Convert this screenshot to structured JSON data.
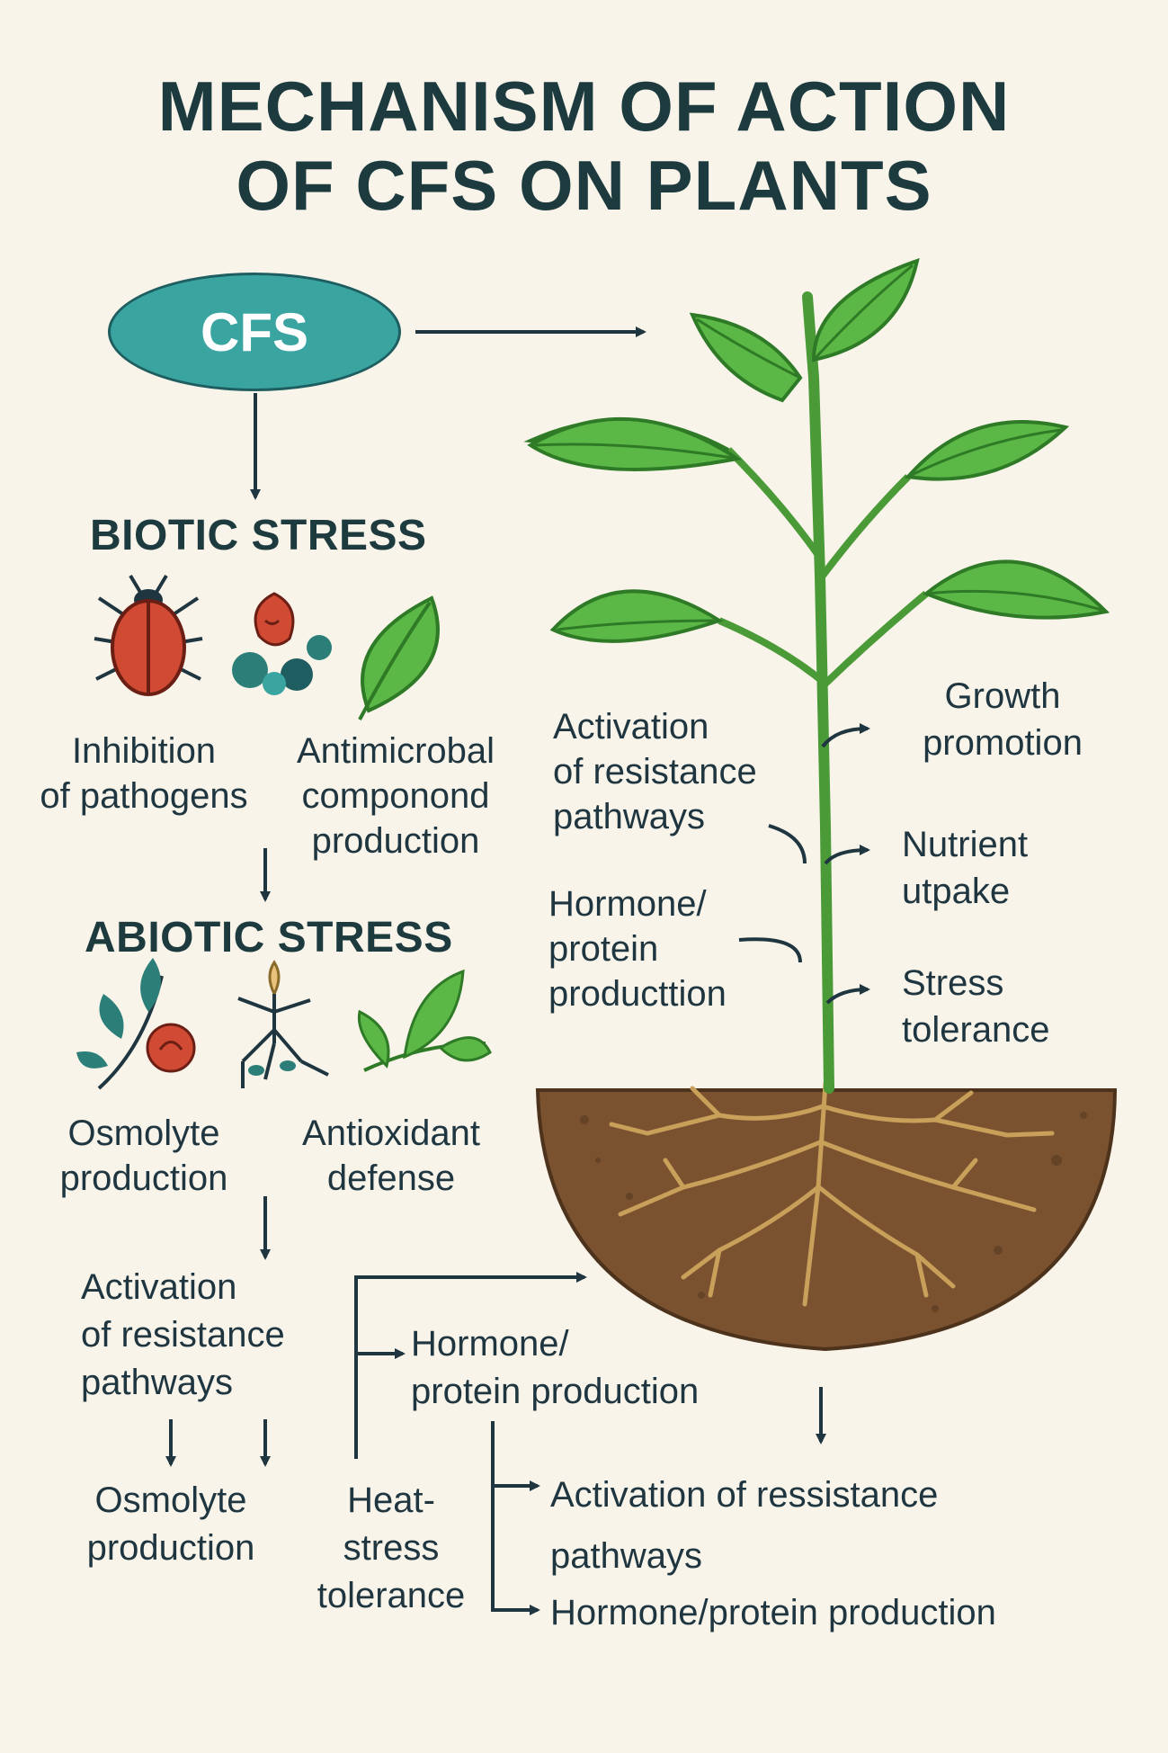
{
  "title": {
    "line1": "MECHANISM OF ACTION",
    "line2": "OF CFS ON PLANTS"
  },
  "cfs": {
    "label": "CFS",
    "color": "#3aa5a0"
  },
  "biotic": {
    "heading": "BIOTIC STRESS",
    "icons": [
      "beetle-icon",
      "microbe-icon",
      "leaf-icon"
    ],
    "left_label": [
      "Inhibition",
      "of pathogens"
    ],
    "right_label": [
      "Antimicrobal",
      "componond",
      "production"
    ]
  },
  "abiotic": {
    "heading": "ABIOTIC STRESS",
    "icons": [
      "flower-sprig-icon",
      "seedling-root-icon",
      "leaf-sprig-icon"
    ],
    "left_label": [
      "Osmolyte",
      "production"
    ],
    "right_label": [
      "Antioxidant",
      "defense"
    ]
  },
  "lower_left": {
    "activation": [
      "Activation",
      "of resistance",
      "pathways"
    ],
    "osmolyte": [
      "Osmolyte",
      "production"
    ],
    "heat": [
      "Heat-",
      "stress",
      "tolerance"
    ],
    "hormone": [
      "Hormone/",
      "protein production"
    ]
  },
  "plant": {
    "stem_left": {
      "activation": [
        "Activation",
        "of resistance",
        "pathways"
      ],
      "hormone": [
        "Hormone/",
        "protein",
        "producttion"
      ]
    },
    "stem_right": {
      "growth": [
        "Growth",
        "promotion"
      ],
      "nutrient": [
        "Nutrient",
        "utpake"
      ],
      "stress": [
        "Stress",
        "tolerance"
      ]
    },
    "leaf_color": "#5cb846",
    "soil_color": "#7a5230"
  },
  "bottom_right": {
    "activation": [
      "Activation of ressistance",
      "pathways"
    ],
    "hormone": "Hormone/protein production"
  }
}
